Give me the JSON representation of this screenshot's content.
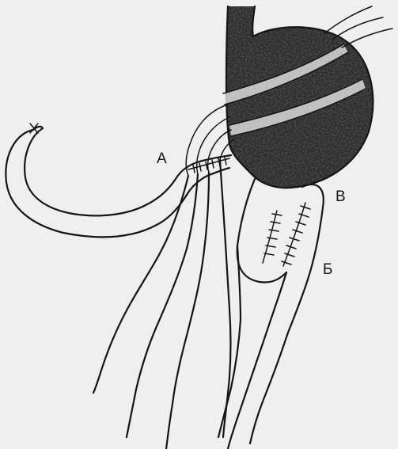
{
  "figure": {
    "labels": {
      "a": "А",
      "v": "В",
      "b": "Б"
    }
  }
}
